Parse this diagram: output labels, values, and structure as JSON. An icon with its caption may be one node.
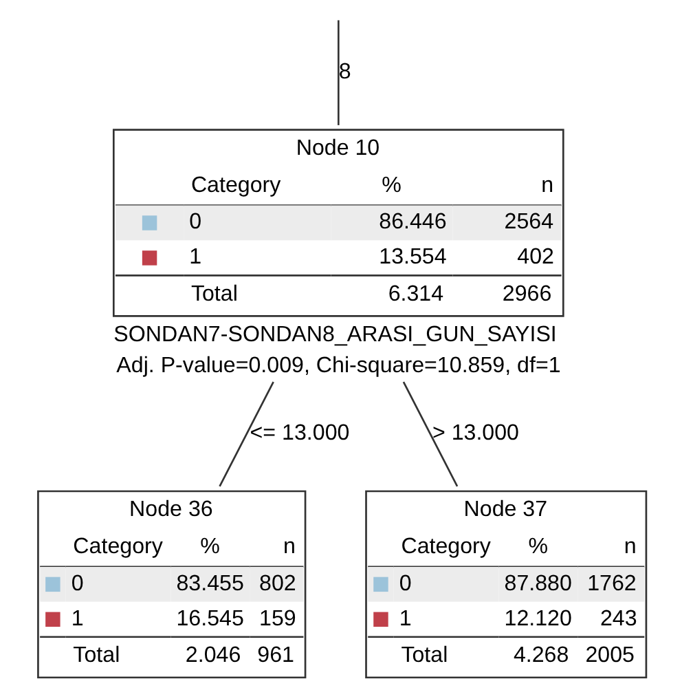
{
  "diagram": {
    "nodes": [
      {
        "text": [
          "Node 10",
          "Category",
          "%",
          "n",
          "0",
          "86.446",
          "2564",
          "1",
          "13.554",
          "402",
          "Total",
          "6.314",
          "2966"
        ],
        "beside": [
          "SONDAN7-SONDAN8_ARASI_GUN_SAYISI",
          "Adj. P-value=0.009, Chi-square=10.859, df=1"
        ]
      },
      {
        "text": [
          "Node 36",
          "Category",
          "%",
          "n",
          "0",
          "83.455",
          "802",
          "1",
          "16.545",
          "159",
          "Total",
          "2.046",
          "961"
        ]
      },
      {
        "text": [
          "Node 37",
          "Category",
          "%",
          "n",
          "0",
          "87.880",
          "1762",
          "1",
          "12.120",
          "243",
          "Total",
          "4.268",
          "2005"
        ]
      }
    ],
    "edges": [
      {
        "from": null,
        "to": 0,
        "arrow": "none",
        "label": "8"
      },
      {
        "from": 0,
        "to": 1,
        "arrow": "none",
        "label": "<= 13.000"
      },
      {
        "from": 0,
        "to": 2,
        "arrow": "none",
        "label": "> 13.000"
      }
    ]
  }
}
